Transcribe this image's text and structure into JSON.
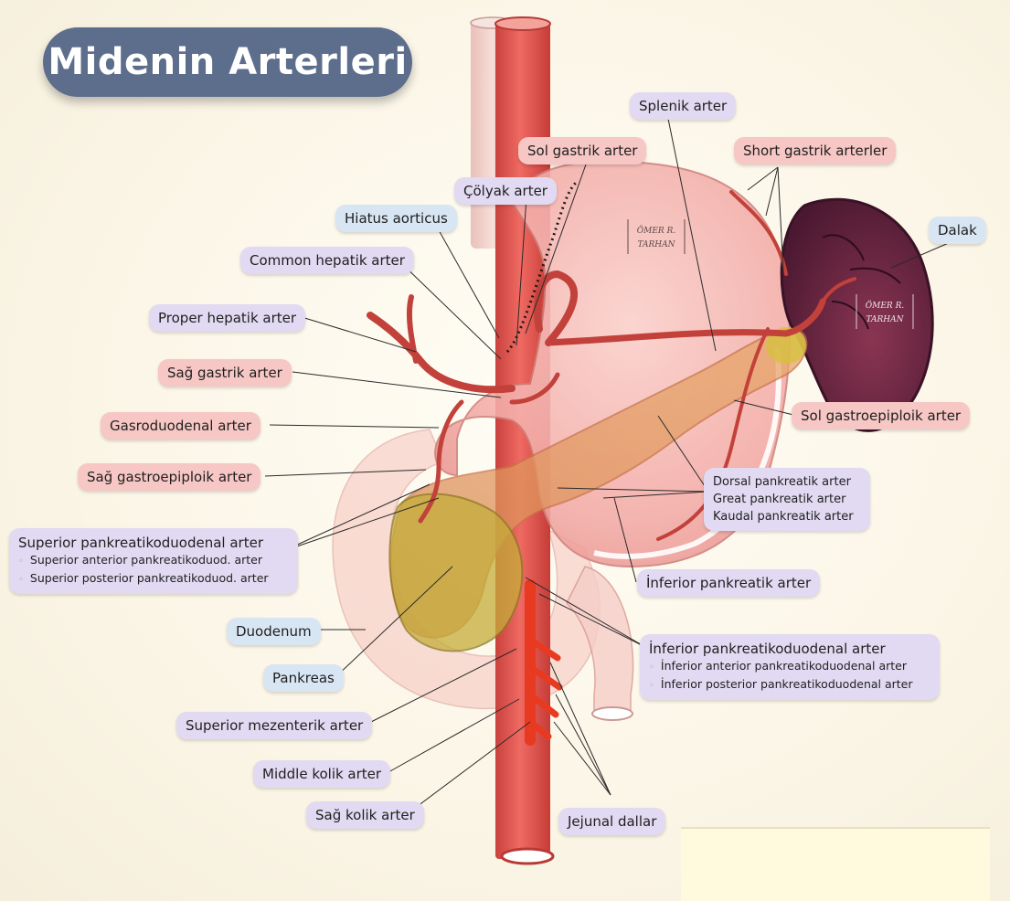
{
  "title": "Midenin Arterleri",
  "labels": {
    "splenik": "Splenik arter",
    "sol_gastrik": "Sol gastrik arter",
    "short_gastrik": "Short gastrik arterler",
    "colyak": "Çölyak arter",
    "hiatus": "Hiatus aorticus",
    "dalak": "Dalak",
    "common_hepatik": "Common hepatik arter",
    "proper_hepatik": "Proper hepatik arter",
    "sag_gastrik": "Sağ gastrik arter",
    "gasroduodenal": "Gasroduodenal arter",
    "sol_gastroepiploik": "Sol gastroepiploik arter",
    "sag_gastroepiploik": "Sağ gastroepiploik arter",
    "pankreatik_group": [
      "Dorsal pankreatik arter",
      "Great pankreatik arter",
      "Kaudal pankreatik arter"
    ],
    "sup_pd": {
      "main": "Superior pankreatikoduodenal arter",
      "subs": [
        "Superior anterior pankreatikoduod. arter",
        "Superior posterior pankreatikoduod. arter"
      ]
    },
    "inferior_pankreatik": "İnferior pankreatik arter",
    "duodenum": "Duodenum",
    "inf_pd": {
      "main": "İnferior pankreatikoduodenal arter",
      "subs": [
        "İnferior anterior pankreatikoduodenal arter",
        "İnferior posterior pankreatikoduodenal arter"
      ]
    },
    "pankreas": "Pankreas",
    "sup_mezenterik": "Superior mezenterik arter",
    "middle_kolik": "Middle kolik arter",
    "sag_kolik": "Sağ kolik arter",
    "jejunal": "Jejunal dallar"
  },
  "watermarks": [
    [
      "ÖMER R.",
      "TARHAN"
    ],
    [
      "ÖMER R.",
      "TARHAN"
    ]
  ],
  "colors": {
    "title_bg": "#5d6e8c",
    "label_red": "#f6c7c4",
    "label_purple": "#e1daf2",
    "label_blue": "#d8e6f4",
    "aorta": "#e05a55",
    "stomach": "#f6b8b3",
    "spleen": "#5a2036",
    "pancreas": "#e8a06a"
  }
}
